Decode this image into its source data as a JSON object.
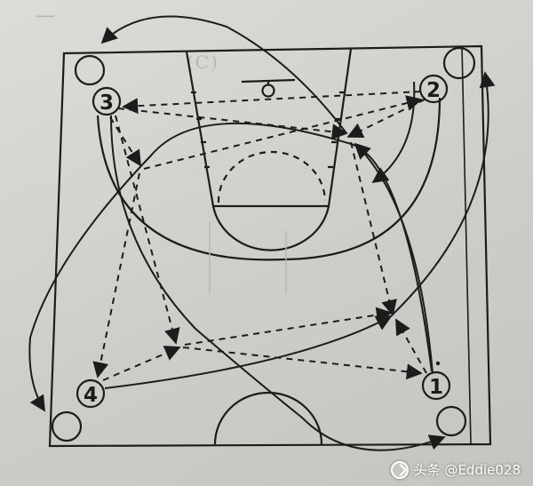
{
  "background_text": {
    "line1": "一",
    "line2": "(C)"
  },
  "players": [
    {
      "id": "p1",
      "label": "1"
    },
    {
      "id": "p2",
      "label": "2"
    },
    {
      "id": "p3",
      "label": "3"
    },
    {
      "id": "p4",
      "label": "4"
    }
  ],
  "watermark": {
    "text": "头条 @Eddie028",
    "icon": "toutiao-logo-icon"
  },
  "colors": {
    "ink": "#1c1c1c",
    "paper": "#d6d4d0"
  }
}
